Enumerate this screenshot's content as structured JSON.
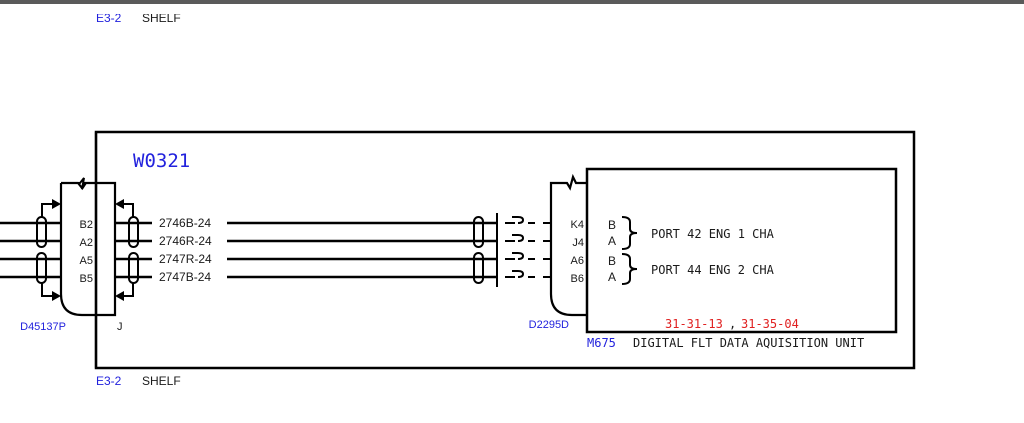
{
  "colors": {
    "line": "#000000",
    "ref_blue": "#2222dd",
    "ref_red": "#e02020",
    "text": "#1a1a1a",
    "top_bar": "#5a5a5a"
  },
  "top_partial_label": {
    "ref": "E3-2",
    "name": "SHELF"
  },
  "harness": {
    "id": "W0321",
    "location_ref": "E3-2",
    "location_name": "SHELF"
  },
  "left_connector": {
    "id": "D45137P",
    "mate": "J",
    "pins": [
      "B2",
      "A2",
      "A5",
      "B5"
    ]
  },
  "wires": [
    "2746B-24",
    "2746R-24",
    "2747R-24",
    "2747B-24"
  ],
  "right_connector": {
    "id": "D2295D",
    "pins": [
      "K4",
      "J4",
      "A6",
      "B6"
    ]
  },
  "unit": {
    "ref": "M675",
    "name": "DIGITAL FLT DATA AQUISITION UNIT",
    "manual_refs": [
      "31-31-13",
      "31-35-04"
    ],
    "manual_ref_separator": ",",
    "ports": [
      {
        "pin_labels": [
          "B",
          "A"
        ],
        "label": "PORT 42 ENG 1 CHA"
      },
      {
        "pin_labels": [
          "B",
          "A"
        ],
        "label": "PORT 44 ENG 2 CHA"
      }
    ]
  }
}
